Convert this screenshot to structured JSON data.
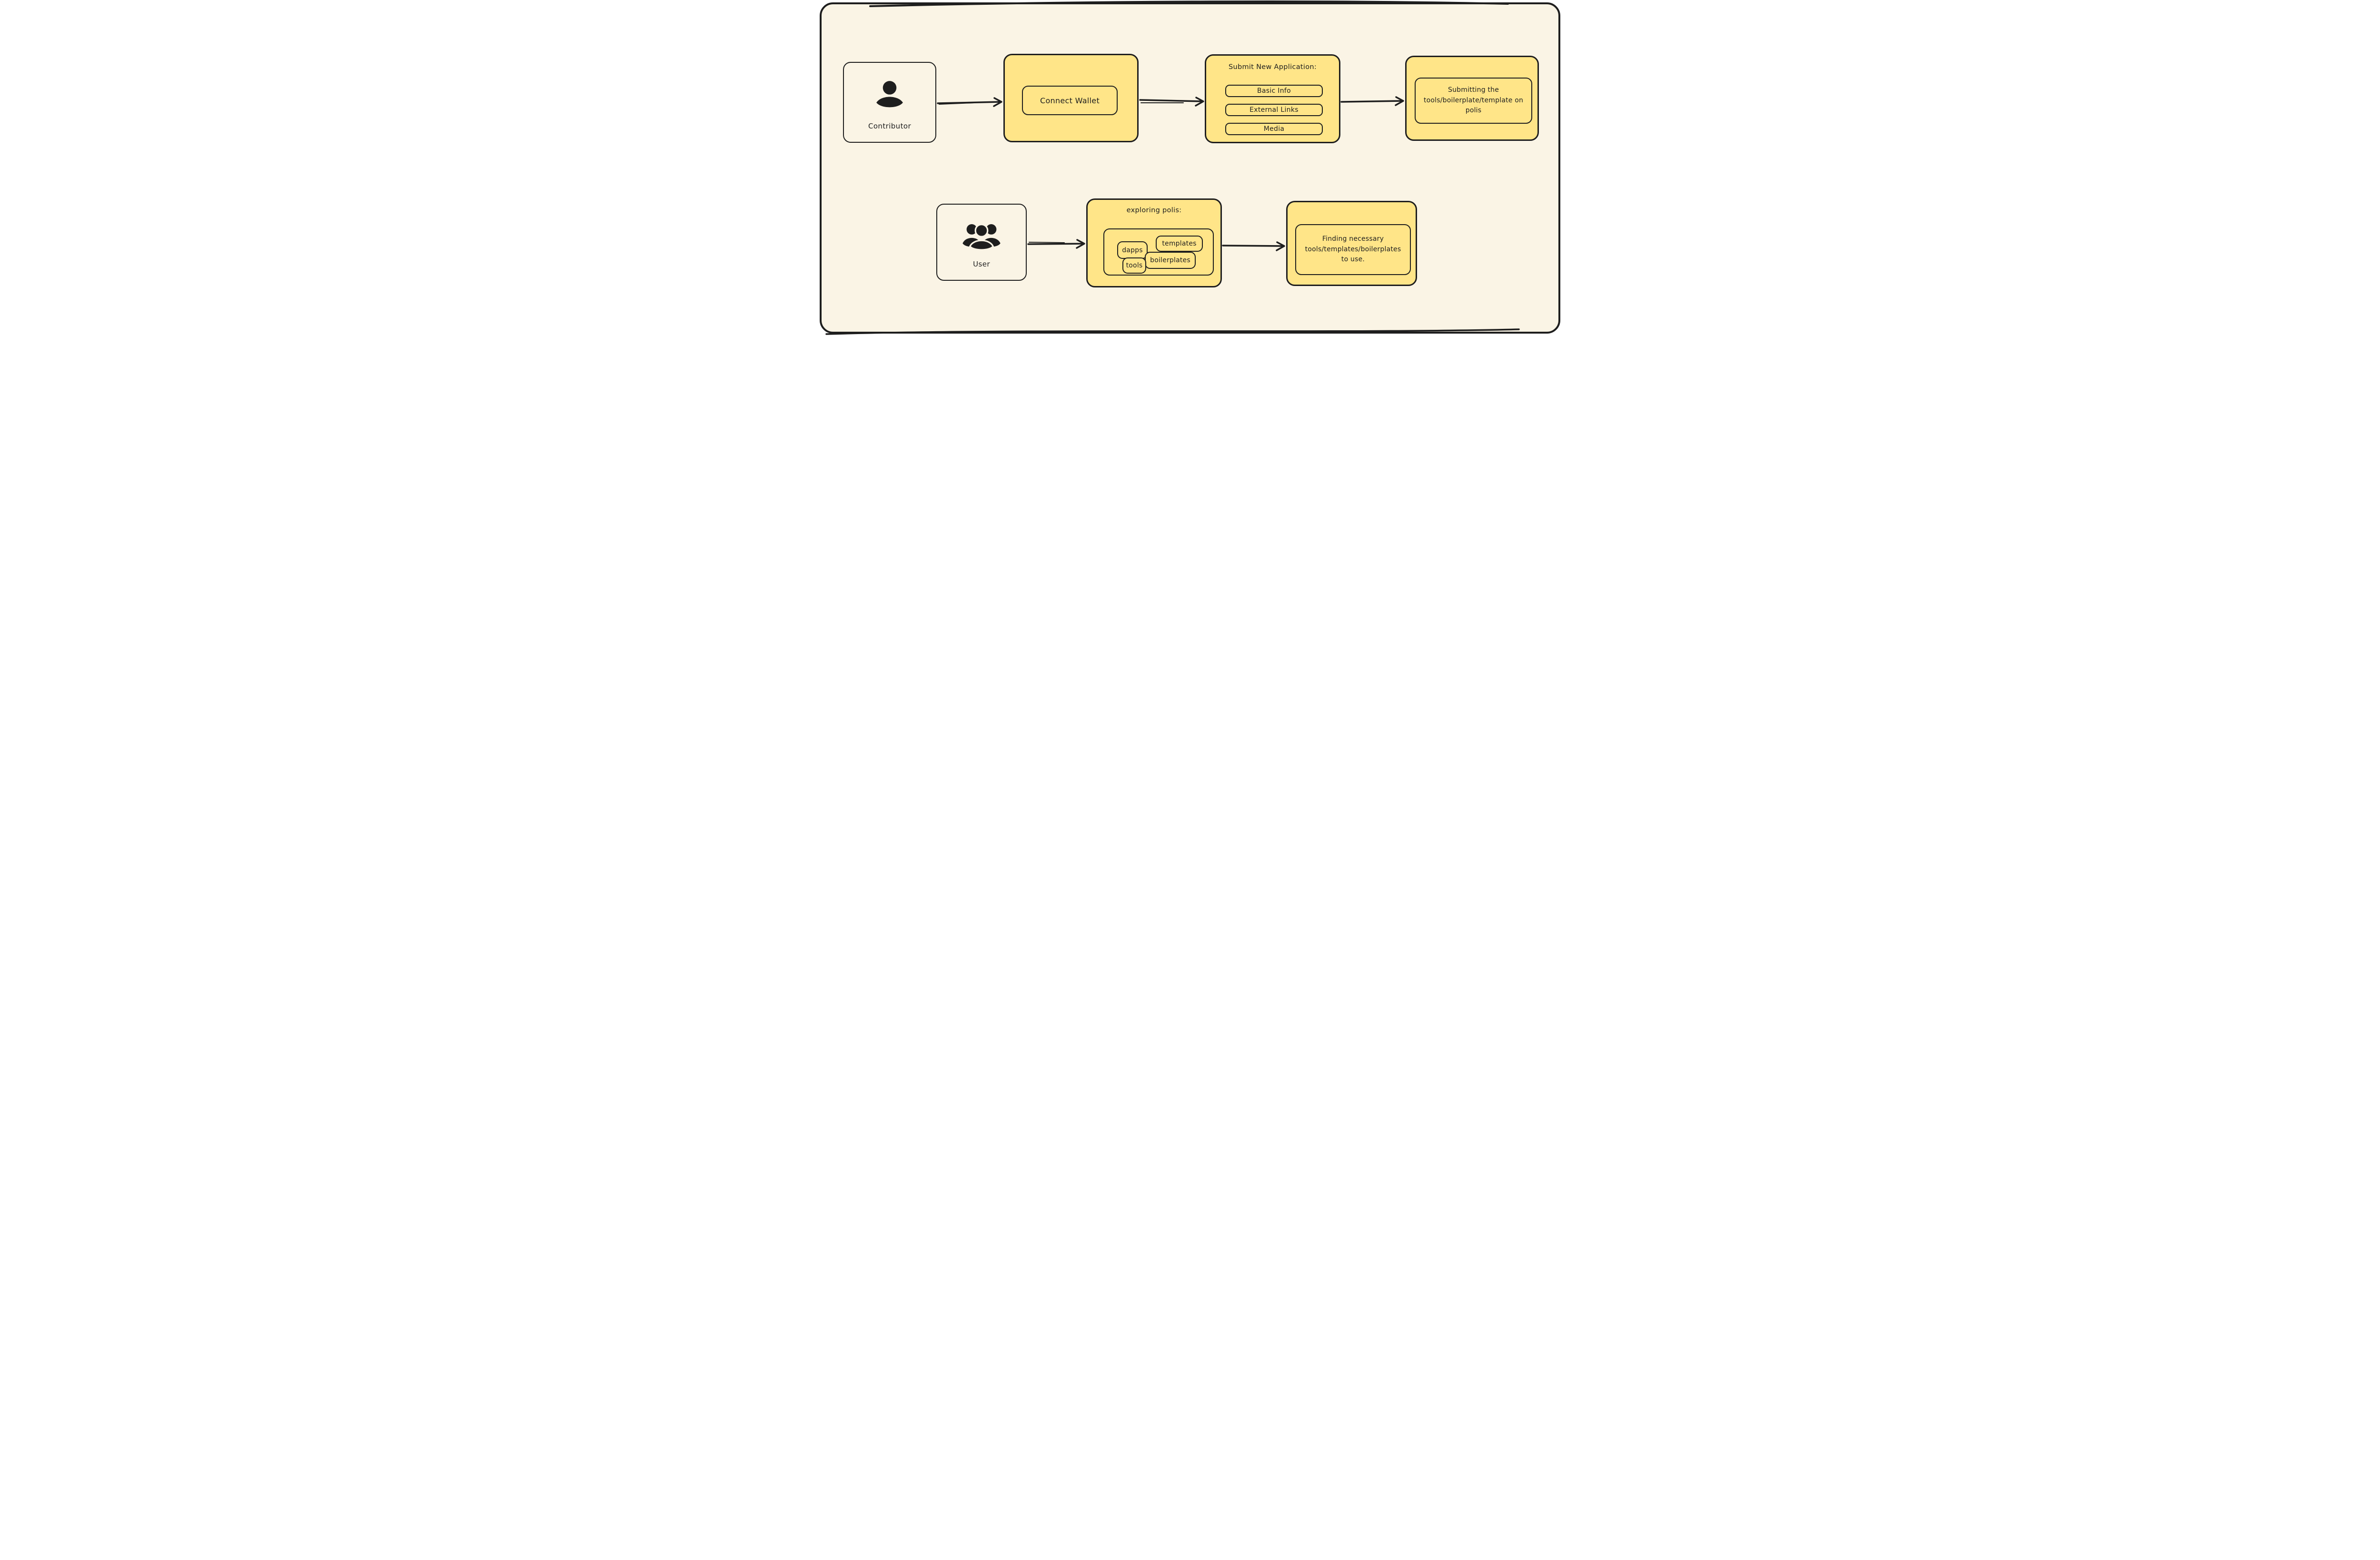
{
  "diagram": {
    "colors": {
      "stroke": "#1e1e1e",
      "canvas_background": "#faf4e5",
      "node_fill_yellow": "#ffe588",
      "page_background": "#ffffff"
    },
    "contributor_flow": {
      "actor": {
        "label": "Contributor",
        "icon": "person-icon"
      },
      "connect_wallet": {
        "label": "Connect Wallet"
      },
      "submit_application": {
        "title": "Submit New Application:",
        "fields": [
          "Basic Info",
          "External Links",
          "Media"
        ]
      },
      "submitting_note": {
        "text": "Submitting the tools/boilerplate/template on polis"
      }
    },
    "user_flow": {
      "actor": {
        "label": "User",
        "icon": "users-icon"
      },
      "exploring": {
        "title": "exploring polis:",
        "tags": [
          "dapps",
          "templates",
          "boilerplates",
          "tools"
        ]
      },
      "finding_note": {
        "text": "Finding necessary tools/templates/boilerplates to use."
      }
    }
  }
}
